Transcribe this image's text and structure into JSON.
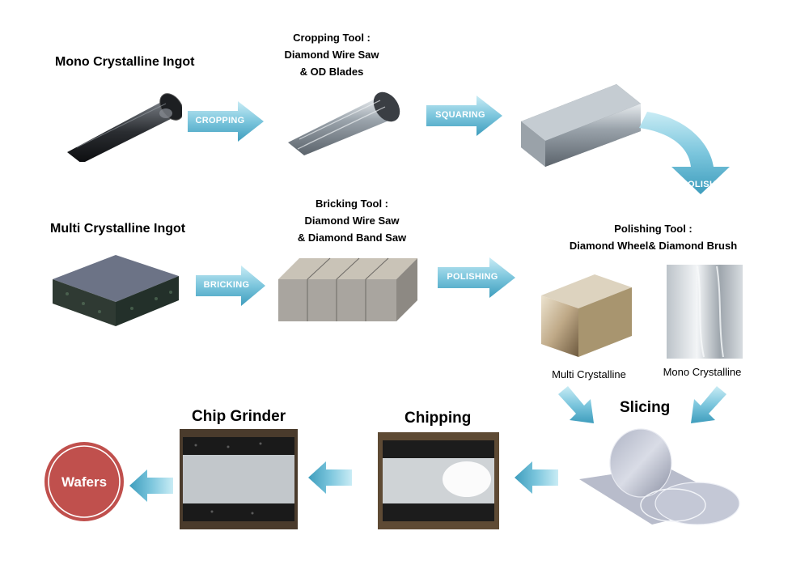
{
  "mono_label": "Mono Crystalline Ingot",
  "multi_label": "Multi Crystalline Ingot",
  "cropping_tool": [
    "Cropping Tool :",
    "Diamond Wire Saw",
    "& OD Blades"
  ],
  "bricking_tool": [
    "Bricking Tool :",
    "Diamond Wire Saw",
    "& Diamond Band Saw"
  ],
  "polishing_tool": [
    "Polishing Tool :",
    "Diamond Wheel& Diamond Brush"
  ],
  "arrows": {
    "cropping": "CROPPING",
    "squaring": "SQUARING",
    "polishing_down": "POLISHING",
    "bricking": "BRICKING",
    "polishing": "POLISHING"
  },
  "captions": {
    "multi": "Multi Crystalline",
    "mono": "Mono Crystalline"
  },
  "stages": {
    "slicing": "Slicing",
    "chipping": "Chipping",
    "chip_grinder": "Chip Grinder",
    "wafers": "Wafers"
  },
  "colors": {
    "arrow_light": "#bfe6f1",
    "arrow_dark": "#46a6c5",
    "wafer_red": "#c0504d"
  }
}
